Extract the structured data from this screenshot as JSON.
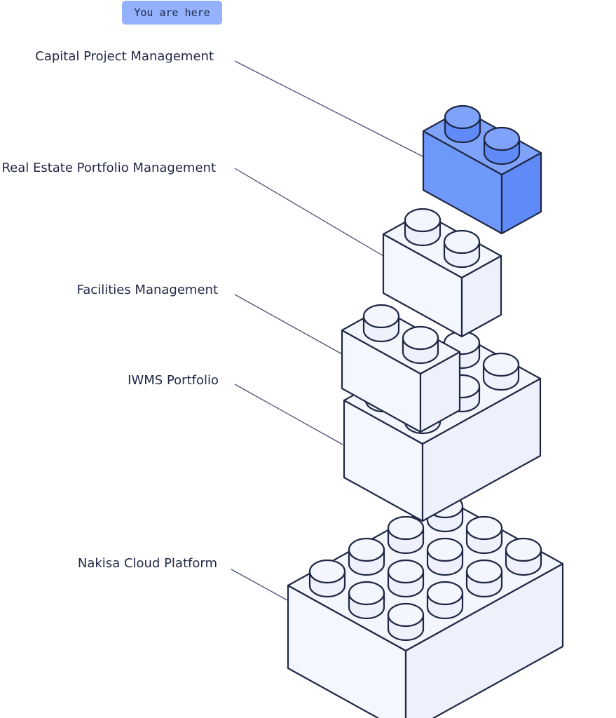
{
  "badge": {
    "text": "You are here"
  },
  "layers": [
    {
      "id": "capital-project-management",
      "label": "Capital Project Management",
      "highlighted": true
    },
    {
      "id": "real-estate-portfolio-management",
      "label": "Real Estate Portfolio Management",
      "highlighted": false
    },
    {
      "id": "facilities-management",
      "label": "Facilities Management",
      "highlighted": false
    },
    {
      "id": "iwms-portfolio",
      "label": "IWMS Portfolio",
      "highlighted": false
    },
    {
      "id": "nakisa-cloud-platform",
      "label": "Nakisa Cloud Platform",
      "highlighted": false
    }
  ],
  "colors": {
    "badge": "#94b2fb",
    "highlight_face": "#6f98fb",
    "highlight_top": "#7fa3fb",
    "highlight_side": "#5f8af8",
    "brick_top": "#f4f6fd",
    "brick_front": "#f5f7fe",
    "brick_side": "#eef1fb",
    "outline": "#1f2744",
    "text": "#1f2744"
  }
}
